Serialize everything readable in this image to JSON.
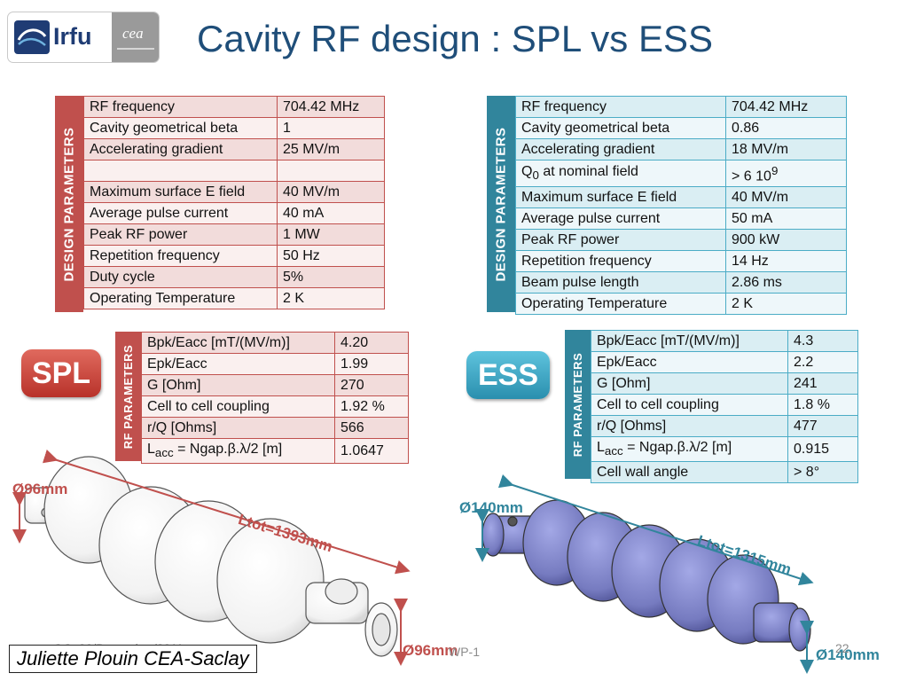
{
  "title": "Cavity RF design : SPL vs ESS",
  "logo": {
    "irfu": "Irfu",
    "cea": "cea"
  },
  "spl": {
    "label": "SPL",
    "design_title": "DESIGN PARAMETERS",
    "design": [
      [
        "RF frequency",
        "704.42 MHz"
      ],
      [
        "Cavity geometrical beta",
        "1"
      ],
      [
        "Accelerating gradient",
        "25 MV/m"
      ],
      [
        "",
        ""
      ],
      [
        "Maximum surface E field",
        "40 MV/m"
      ],
      [
        "Average pulse current",
        "40 mA"
      ],
      [
        "Peak RF power",
        "1 MW"
      ],
      [
        "Repetition frequency",
        "50 Hz"
      ],
      [
        "Duty cycle",
        "5%"
      ],
      [
        "Operating Temperature",
        "2 K"
      ]
    ],
    "rf_title": "RF PARAMETERS",
    "rf": [
      [
        "Bpk/Eacc [mT/(MV/m)]",
        "4.20"
      ],
      [
        "Epk/Eacc",
        "1.99"
      ],
      [
        "G [Ohm]",
        "270"
      ],
      [
        "Cell to cell coupling",
        "1.92 %"
      ],
      [
        "r/Q [Ohms]",
        "566"
      ],
      [
        "Lacc = Ngap.β.λ/2 [m]",
        "1.0647"
      ]
    ],
    "diameter_left": "Ø96mm",
    "length": "Ltot=1393mm",
    "diameter_right": "Ø96mm"
  },
  "ess": {
    "label": "ESS",
    "design_title": "DESIGN PARAMETERS",
    "design": [
      [
        "RF frequency",
        "704.42 MHz"
      ],
      [
        "Cavity geometrical beta",
        "0.86"
      ],
      [
        "Accelerating gradient",
        "18 MV/m"
      ],
      [
        "Q0 at nominal field",
        "> 6 10^9"
      ],
      [
        "Maximum surface E field",
        "40 MV/m"
      ],
      [
        "Average pulse current",
        "50 mA"
      ],
      [
        "Peak RF power",
        "900 kW"
      ],
      [
        "Repetition frequency",
        "14 Hz"
      ],
      [
        "Beam pulse length",
        "2.86 ms"
      ],
      [
        "Operating Temperature",
        "2 K"
      ]
    ],
    "rf_title": "RF PARAMETERS",
    "rf": [
      [
        "Bpk/Eacc [mT/(MV/m)]",
        "4.3"
      ],
      [
        "Epk/Eacc",
        "2.2"
      ],
      [
        "G [Ohm]",
        "241"
      ],
      [
        "Cell to cell coupling",
        "1.8 %"
      ],
      [
        "r/Q [Ohms]",
        "477"
      ],
      [
        "Lacc = Ngap.β.λ/2 [m]",
        "0.915"
      ],
      [
        "Cell wall angle",
        "> 8°"
      ]
    ],
    "diameter_left": "Ø140mm",
    "length": "Ltot=1315mm",
    "diameter_right": "Ø140mm"
  },
  "footer": {
    "date": "OC, 09/December/2011",
    "center": "WP-1",
    "page": "22",
    "author": "Juliette Plouin  CEA-Saclay"
  },
  "colors": {
    "spl": "#c0504d",
    "ess": "#31859c",
    "title": "#1f4e79",
    "cavity_ess": "#7b7fc4"
  }
}
